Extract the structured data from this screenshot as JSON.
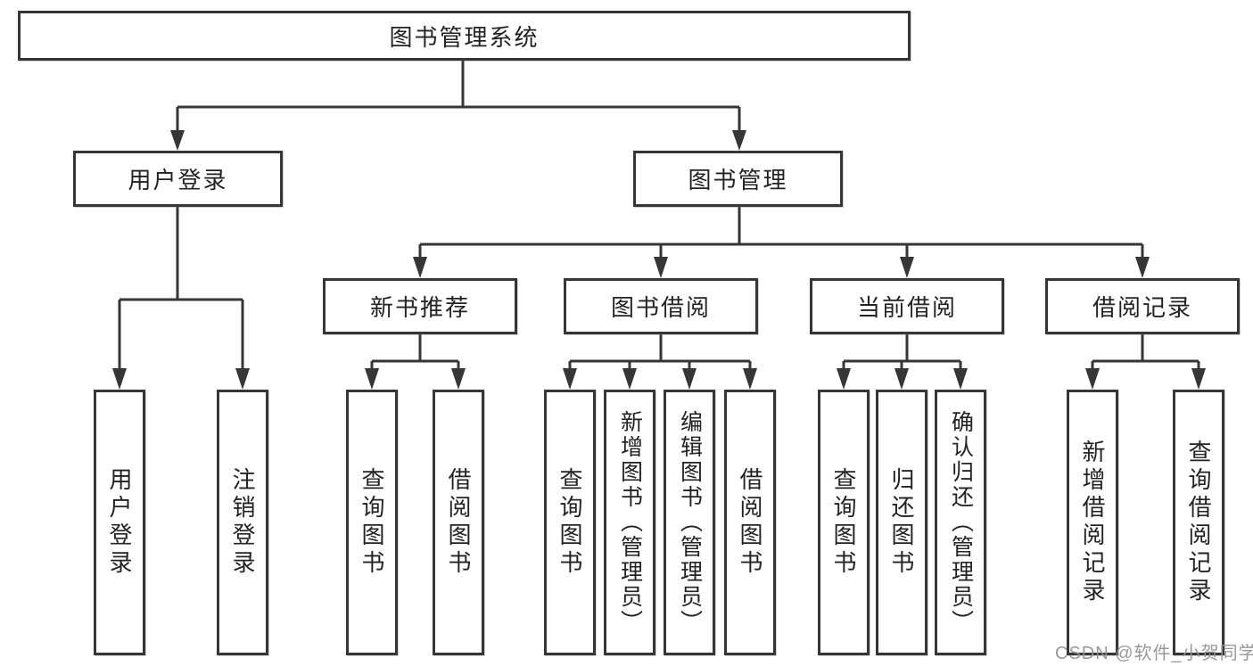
{
  "title": "图书管理系统",
  "watermark": "CSDN @软件_小贺同学",
  "colors": {
    "line": "#363636",
    "box_border": "#363636",
    "text": "#232323",
    "watermark": "#949494",
    "background": "#ffffff"
  },
  "branches": {
    "user": {
      "label": "用户登录",
      "children": [
        {
          "label": "用户登录"
        },
        {
          "label": "注销登录"
        }
      ]
    },
    "book": {
      "label": "图书管理",
      "groups": [
        {
          "label": "新书推荐",
          "children": [
            {
              "label": "查询图书"
            },
            {
              "label": "借阅图书"
            }
          ]
        },
        {
          "label": "图书借阅",
          "children": [
            {
              "label": "查询图书"
            },
            {
              "label": "新增图书（管理员）"
            },
            {
              "label": "编辑图书（管理员）"
            },
            {
              "label": "借阅图书"
            }
          ]
        },
        {
          "label": "当前借阅",
          "children": [
            {
              "label": "查询图书"
            },
            {
              "label": "归还图书"
            },
            {
              "label": "确认归还（管理员）"
            }
          ]
        },
        {
          "label": "借阅记录",
          "children": [
            {
              "label": "新增借阅记录"
            },
            {
              "label": "查询借阅记录"
            }
          ]
        }
      ]
    }
  }
}
